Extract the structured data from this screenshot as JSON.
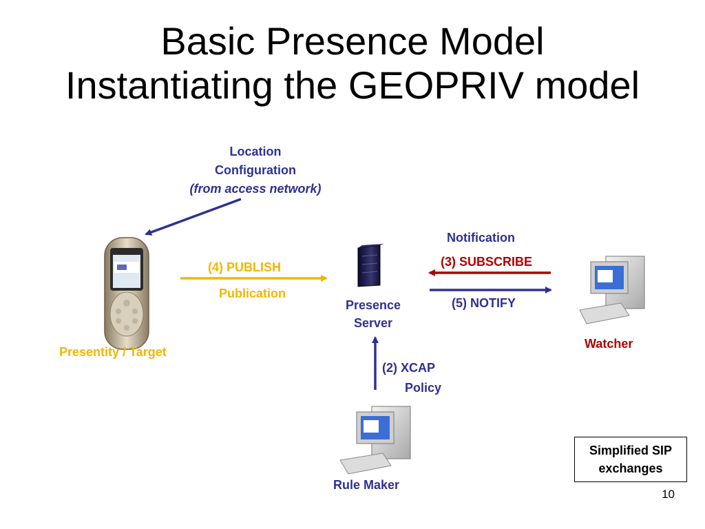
{
  "title": {
    "line1": "Basic Presence Model",
    "line2": "Instantiating the GEOPRIV model"
  },
  "location_config": {
    "line1": "Location",
    "line2": "Configuration",
    "line3": "(from access network)"
  },
  "nodes": {
    "presentity": "Presentity / Target",
    "server_line1": "Presence",
    "server_line2": "Server",
    "watcher": "Watcher",
    "rule_maker": "Rule Maker"
  },
  "flows": {
    "publish": "(4) PUBLISH",
    "publication": "Publication",
    "notification": "Notification",
    "subscribe": "(3) SUBSCRIBE",
    "notify": "(5) NOTIFY",
    "xcap": "(2) XCAP",
    "policy": "Policy"
  },
  "note": {
    "line1": "Simplified SIP",
    "line2": "exchanges"
  },
  "page_number": "10",
  "colors": {
    "blue": "#2e3192",
    "yellow": "#f2b600",
    "red": "#b00000"
  },
  "icons": [
    "mobile-phone-icon",
    "server-tower-icon",
    "computer-icon"
  ]
}
